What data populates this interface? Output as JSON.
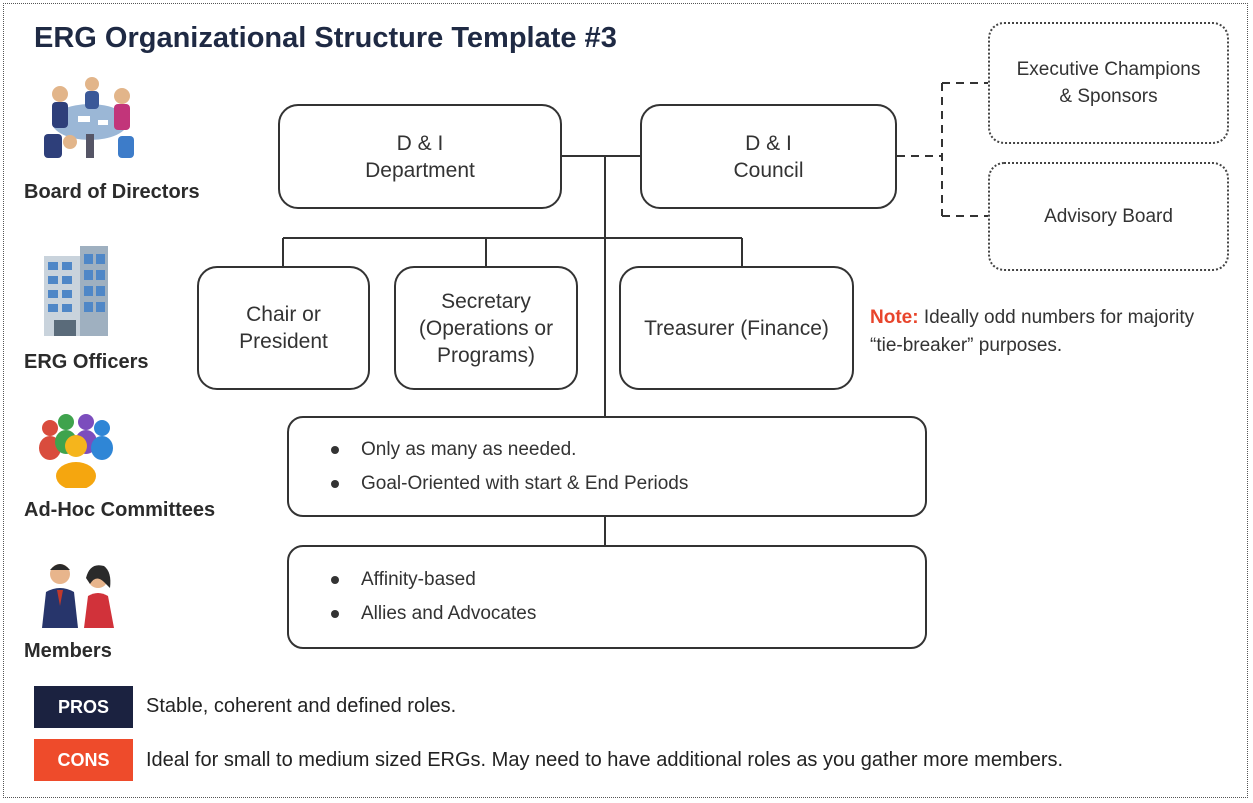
{
  "title": "ERG Organizational Structure Template #3",
  "levels": [
    {
      "label": "Board of Directors",
      "icon": "meeting-table-icon"
    },
    {
      "label": "ERG Officers",
      "icon": "office-building-icon"
    },
    {
      "label": "Ad-Hoc Committees",
      "icon": "group-people-icon"
    },
    {
      "label": "Members",
      "icon": "business-people-icon"
    }
  ],
  "top_boxes": {
    "department": [
      "D & I",
      "Department"
    ],
    "council": [
      "D & I",
      "Council"
    ]
  },
  "side_boxes": {
    "executive": [
      "Executive Champions",
      "& Sponsors"
    ],
    "advisory": "Advisory Board"
  },
  "officers": {
    "chair": [
      "Chair or",
      "President"
    ],
    "secretary": [
      "Secretary",
      "(Operations or",
      "Programs)"
    ],
    "treasurer": "Treasurer (Finance)"
  },
  "note": {
    "label": "Note:",
    "text": " Ideally odd numbers for majority “tie-breaker” purposes."
  },
  "committees": [
    "Only as many as needed.",
    "Goal-Oriented with start & End Periods"
  ],
  "members": [
    "Affinity-based",
    "Allies and Advocates"
  ],
  "pros": {
    "label": "PROS",
    "text": "Stable, coherent and defined roles.",
    "color": "#1b2240"
  },
  "cons": {
    "label": "CONS",
    "text": "Ideal for small to medium sized ERGs. May need to have additional roles as you gather more members.",
    "color": "#ee4b2b"
  }
}
